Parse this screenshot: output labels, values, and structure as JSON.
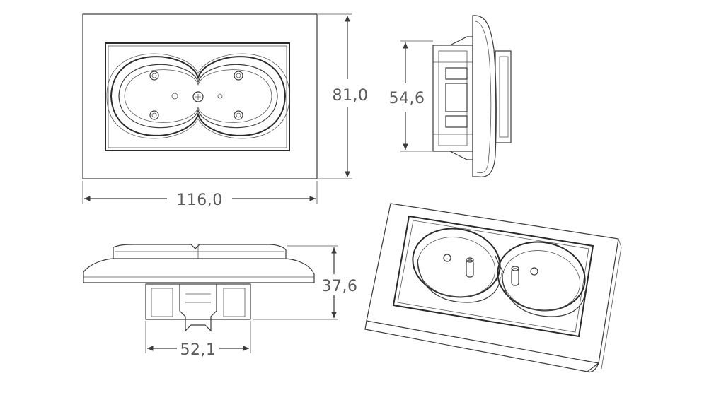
{
  "dimensions": {
    "front_width": "116,0",
    "front_height": "81,0",
    "side_height": "54,6",
    "bottom_depth": "37,6",
    "bottom_width": "52,1"
  },
  "colors": {
    "line": "#3a3a3a",
    "text": "#5a5a5a",
    "background": "#ffffff"
  }
}
